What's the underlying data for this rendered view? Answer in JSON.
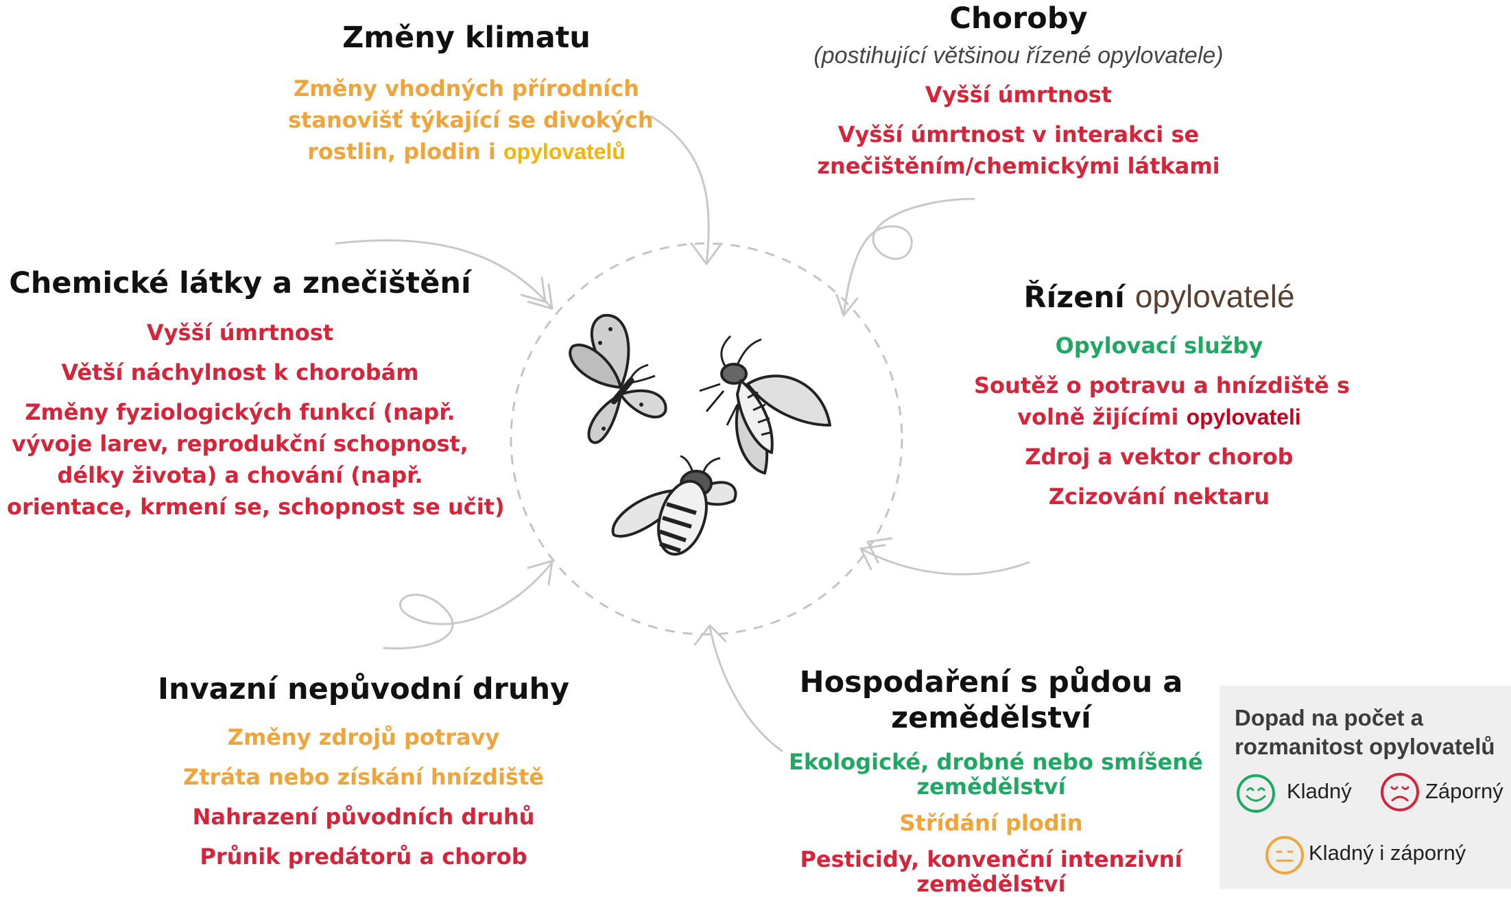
{
  "climate": {
    "title": "Změny klimatu",
    "line1": "Změny vhodných přírodních",
    "line2": "stanovišť týkající se divokých",
    "line3_a": "rostlin, plodin i ",
    "line3_b": "opylovatelů"
  },
  "diseases": {
    "title": "Choroby",
    "subtitle": "(postihující většinou řízené opylovatele)",
    "item1": "Vyšší úmrtnost",
    "item2_line1": "Vyšší úmrtnost v interakci se",
    "item2_line2": "znečištěním/chemickými látkami"
  },
  "chemicals": {
    "title": "Chemické látky a znečištění",
    "item1": "Vyšší úmrtnost",
    "item2": "Větší náchylnost k chorobám",
    "item3_line1": "Změny fyziologických funkcí (např.",
    "item3_line2": "vývoje larev, reprodukční schopnost,",
    "item3_line3": "délky života) a chování (např.",
    "item3_line4": "orientace, krmení se, schopnost se učit)"
  },
  "managed": {
    "title_a": "Řízení ",
    "title_b": "opylovatelé",
    "item1": "Opylovací služby",
    "item2_line1": "Soutěž o potravu a hnízdiště s",
    "item2_line2a": "volně žijícími ",
    "item2_line2b": "opylovateli",
    "item3": "Zdroj a vektor chorob",
    "item4": "Zcizování nektaru"
  },
  "invasive": {
    "title": "Invazní nepůvodní druhy",
    "item1": "Změny zdrojů potravy",
    "item2": "Ztráta nebo získání hnízdiště",
    "item3": "Nahrazení původních druhů",
    "item4": "Průnik predátorů a chorob"
  },
  "land": {
    "title_line1": "Hospodaření s půdou a",
    "title_line2": "zemědělství",
    "item1_line1": "Ekologické, drobné nebo smíšené",
    "item1_line2": "zemědělství",
    "item2": "Střídání plodin",
    "item3_line1": "Pesticidy, konvenční intenzivní",
    "item3_line2": "zemědělství"
  },
  "legend": {
    "title_line1": "Dopad na počet a",
    "title_line2": "rozmanitost opylovatelů",
    "positive": "Kladný",
    "negative": "Záporný",
    "mixed": "Kladný i záporný"
  },
  "colors": {
    "positive": "#1fa862",
    "negative": "#d6253a",
    "mixed": "#f0a53a",
    "arrow": "#c8c8c8"
  },
  "icons": [
    "butterfly-icon",
    "wasp-icon",
    "bee-icon",
    "smiley-positive-icon",
    "smiley-negative-icon",
    "smiley-neutral-icon"
  ]
}
